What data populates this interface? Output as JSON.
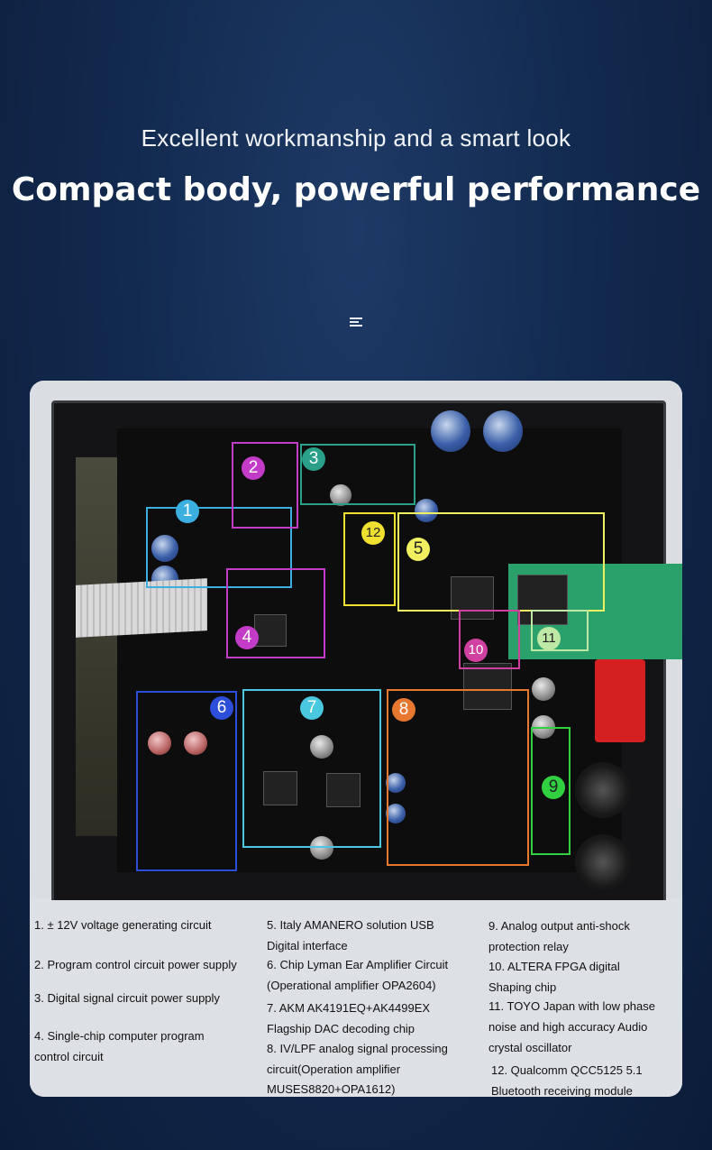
{
  "header": {
    "subtitle": "Excellent workmanship and a smart look",
    "headline": "Compact body, powerful performance"
  },
  "colors": {
    "background": "#122a4f",
    "card": "#dde0e4",
    "zone_1": "#3bb0e0",
    "zone_2": "#c23cc8",
    "zone_3": "#2aa08a",
    "zone_4": "#c23cc8",
    "zone_5": "#f0f060",
    "zone_6": "#2c4ed8",
    "zone_7": "#49c8e0",
    "zone_8": "#e87830",
    "zone_9": "#30d040",
    "zone_10": "#d040a0",
    "zone_11": "#bde8a6",
    "zone_12": "#f0e030"
  },
  "zones": [
    {
      "label": "1"
    },
    {
      "label": "2"
    },
    {
      "label": "3"
    },
    {
      "label": "4"
    },
    {
      "label": "5"
    },
    {
      "label": "6"
    },
    {
      "label": "7"
    },
    {
      "label": "8"
    },
    {
      "label": "9"
    },
    {
      "label": "10"
    },
    {
      "label": "11"
    },
    {
      "label": "12"
    }
  ],
  "legend": {
    "col1": [
      "1. ± 12V voltage generating circuit",
      "2. Program control circuit power supply",
      "3. Digital signal circuit power supply",
      "4. Single-chip computer program",
      "control circuit"
    ],
    "col2": [
      "5. Italy AMANERO solution USB",
      "Digital interface",
      "6. Chip Lyman Ear Amplifier Circuit",
      "(Operational amplifier OPA2604)",
      "7. AKM AK4191EQ+AK4499EX",
      "Flagship DAC decoding chip",
      "8. IV/LPF analog signal processing",
      "circuit(Operation amplifier",
      "MUSES8820+OPA1612)"
    ],
    "col3": [
      "9. Analog output anti-shock",
      "protection relay",
      "10. ALTERA FPGA digital",
      "Shaping chip",
      "11. TOYO Japan with low phase",
      "noise and high accuracy Audio",
      "crystal oscillator",
      "12. Qualcomm QCC5125 5.1",
      "Bluetooth receiving module"
    ]
  },
  "icons": {
    "menu": "menu-lines-icon"
  }
}
